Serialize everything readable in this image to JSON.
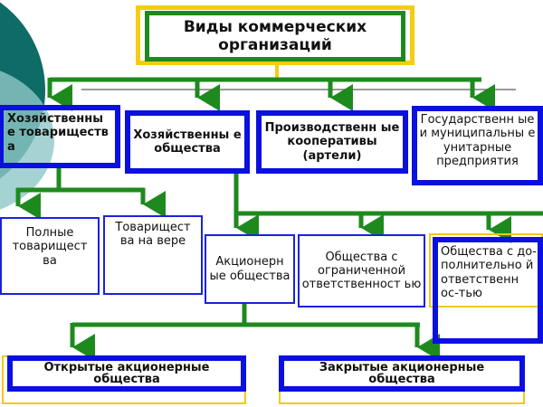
{
  "title": "Виды коммерческих организаций",
  "level1": [
    {
      "id": "ht",
      "label": "Хозяйственные товарищества",
      "display": "Хозяйственны е товариществ а"
    },
    {
      "id": "ho",
      "label": "Хозяйственные общества",
      "display": "Хозяйственны е общества"
    },
    {
      "id": "pk",
      "label": "Производственные кооперативы (артели)",
      "display": "Производственн ые кооперативы (артели)"
    },
    {
      "id": "gmup",
      "label": "Государственные и муниципальные унитарные предприятия",
      "display": "Государственн ые и муниципальны е унитарные предприятия"
    }
  ],
  "level2_partnerships": [
    {
      "id": "pt",
      "label": "Полные товарищества",
      "display": "Полные товарищест ва"
    },
    {
      "id": "tv",
      "label": "Товарищества на вере",
      "display": "Товарищест ва на вере"
    }
  ],
  "level2_companies": [
    {
      "id": "ao",
      "label": "Акционерные общества",
      "display": "Акционерн ые общества"
    },
    {
      "id": "ooo",
      "label": "Общества с ограниченной ответственностью",
      "display": "Общества с ограниченной ответственност ью"
    },
    {
      "id": "odo",
      "label": "Общества с дополнительной ответственностью",
      "display": "Общества с до- полнительно й ответственн ос-тью"
    }
  ],
  "level3_joint_stock": [
    {
      "id": "oao",
      "label": "Открытые акционерные общества"
    },
    {
      "id": "zao",
      "label": "Закрытые акционерные общества"
    }
  ],
  "colors": {
    "connector": "#1e8a1e",
    "box_border": "#0a10e0",
    "accent_yellow": "#f5cd10",
    "deco_dark": "#0e6b66",
    "deco_light": "#8fc8c8"
  }
}
